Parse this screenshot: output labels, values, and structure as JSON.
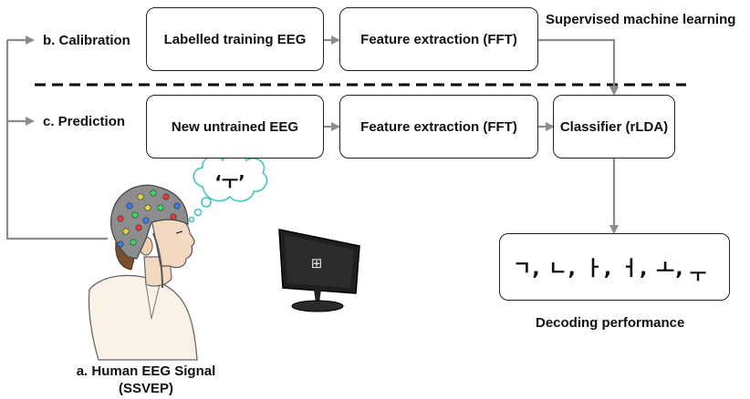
{
  "calibration": {
    "label": "b. Calibration",
    "box1": "Labelled training EEG",
    "box2": "Feature extraction (FFT)",
    "ml_label": "Supervised machine learning"
  },
  "prediction": {
    "label": "c. Prediction",
    "box1": "New untrained EEG",
    "box2": "Feature extraction (FFT)",
    "box3": "Classifier (rLDA)"
  },
  "thought": {
    "text": "‘ㅜ’"
  },
  "output": {
    "sequence": "ㄱ, ㄴ, ㅏ, ㅓ, ㅗ,",
    "highlight": "ㅜ",
    "caption": "Decoding performance"
  },
  "human": {
    "caption_line1": "a. Human EEG Signal",
    "caption_line2": "(SSVEP)"
  },
  "monitor": {
    "glyph": "⊞"
  },
  "colors": {
    "arrow": "#8c8c8c",
    "burst_fill": "#ffffff",
    "burst_stroke": "#e0101a",
    "thought_stroke": "#44c6b8",
    "monitor_screen": "#1f1f1f"
  }
}
